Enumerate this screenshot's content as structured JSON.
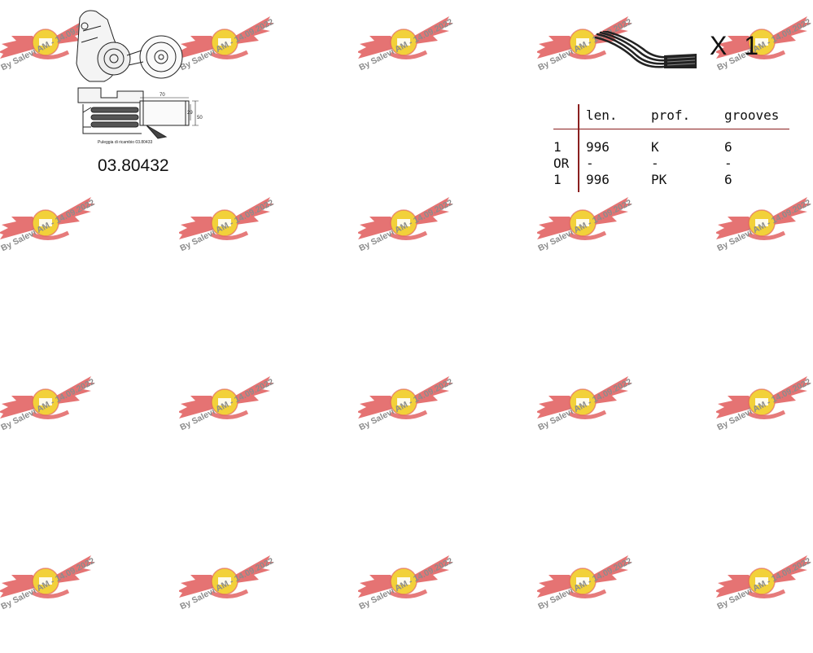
{
  "watermark": {
    "caption": "By Salevi AM - 14.09.2022",
    "colors": {
      "wings": "#e05a5a",
      "badge": "#f2d13a",
      "text": "#8c8c8c"
    }
  },
  "part": {
    "number": "03.80432",
    "drawing_caption": "Puleggia di ricambio 03.80433",
    "dimensions": [
      "70",
      "29",
      "50"
    ]
  },
  "belt": {
    "quantity_label": "X 1",
    "icon": "v-ribbed-belt-icon"
  },
  "spec_table": {
    "headers": [
      "",
      "len.",
      "prof.",
      "grooves"
    ],
    "rows": [
      [
        "1",
        "996",
        "K",
        "6"
      ],
      [
        "OR",
        "-",
        "-",
        "-"
      ],
      [
        "1",
        "996",
        "PK",
        "6"
      ]
    ],
    "line_color": "#8a1f1f"
  }
}
